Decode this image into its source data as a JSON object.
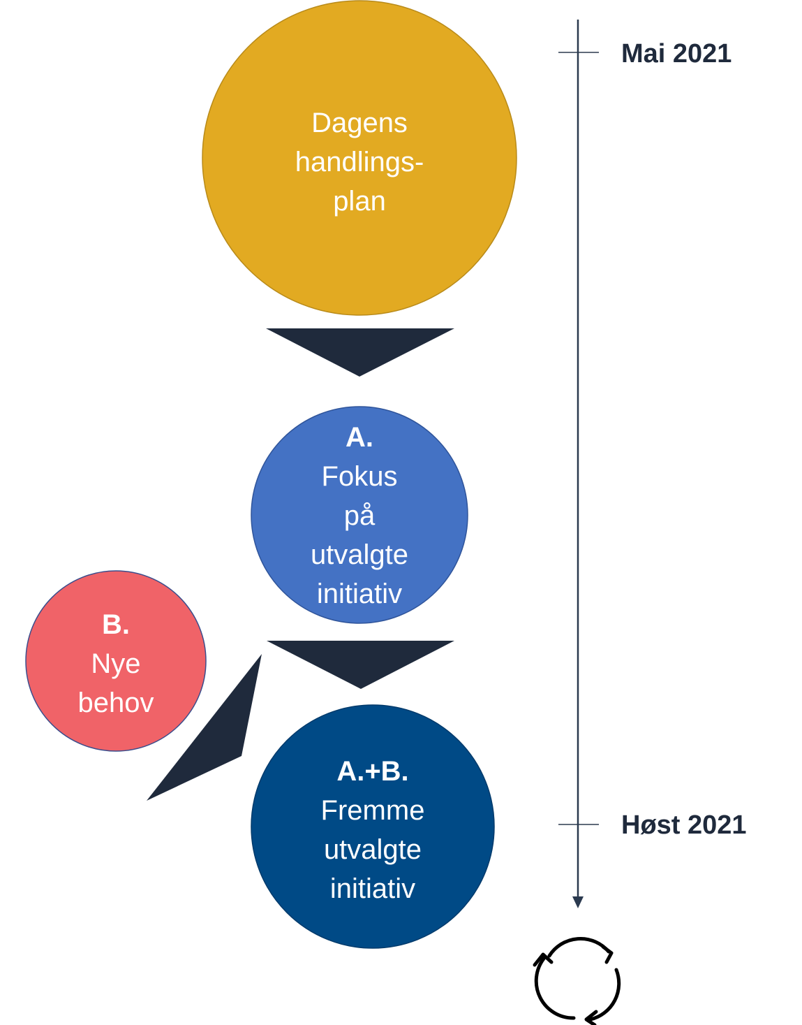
{
  "colors": {
    "gold": "#e2aa22",
    "blue": "#4472c4",
    "red": "#f06368",
    "navy": "#004a86",
    "arrow": "#1f2a3c",
    "timeline": "#2b3a4f"
  },
  "nodes": {
    "current_plan": {
      "lines": [
        "Dagens",
        "handlings-",
        "plan"
      ]
    },
    "focus": {
      "title": "A.",
      "lines": [
        "Fokus",
        "på",
        "utvalgte",
        "initiativ"
      ]
    },
    "new_needs": {
      "title": "B.",
      "lines": [
        "Nye",
        "behov"
      ]
    },
    "combined": {
      "title": "A.+B.",
      "lines": [
        "Fremme",
        "utvalgte",
        "initiativ"
      ]
    }
  },
  "timeline": {
    "start_label": "Mai 2021",
    "end_label": "Høst 2021"
  },
  "icons": {
    "cycle": "refresh-cycle-icon"
  }
}
